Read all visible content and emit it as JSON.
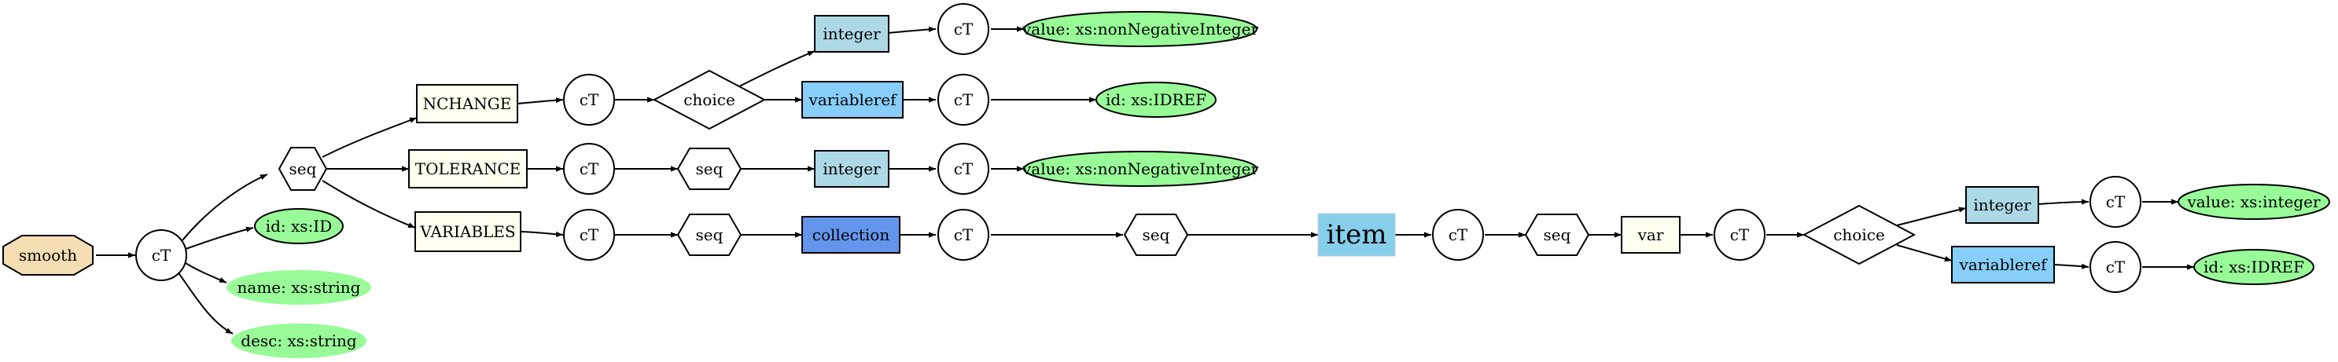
{
  "diagram": {
    "root": {
      "label": "smooth",
      "fill": "#f5deb3"
    },
    "colors": {
      "element": "#fffff0",
      "type_ref": "#add8e6",
      "var_ref": "#87cefa",
      "collection": "#6495ed",
      "item": "#87ceeb",
      "attribute": "#98fb98"
    },
    "nodes": {
      "ct_root": "cT",
      "seq_main": "seq",
      "attr_id": "id: xs:ID",
      "attr_name": "name: xs:string",
      "attr_desc": "desc: xs:string",
      "nchange": "NCHANGE",
      "tolerance": "TOLERANCE",
      "variables": "VARIABLES",
      "ct_nchange": "cT",
      "choice_nchange": "choice",
      "integer_nchange": "integer",
      "ct_int_nchange": "cT",
      "val_nchange": "value: xs:nonNegativeInteger",
      "varref_nchange": "variableref",
      "ct_varref_nchange": "cT",
      "idref_nchange": "id: xs:IDREF",
      "ct_tolerance": "cT",
      "seq_tolerance": "seq",
      "integer_tolerance": "integer",
      "ct_int_tolerance": "cT",
      "val_tolerance": "value: xs:nonNegativeInteger",
      "ct_variables": "cT",
      "seq_variables": "seq",
      "collection": "collection",
      "ct_collection": "cT",
      "seq_collection": "seq",
      "item": "item",
      "ct_item": "cT",
      "seq_item": "seq",
      "var": "var",
      "ct_var": "cT",
      "choice_var": "choice",
      "integer_var": "integer",
      "ct_int_var": "cT",
      "val_var": "value: xs:integer",
      "varref_var": "variableref",
      "ct_varref_var": "cT",
      "idref_var": "id: xs:IDREF"
    }
  }
}
